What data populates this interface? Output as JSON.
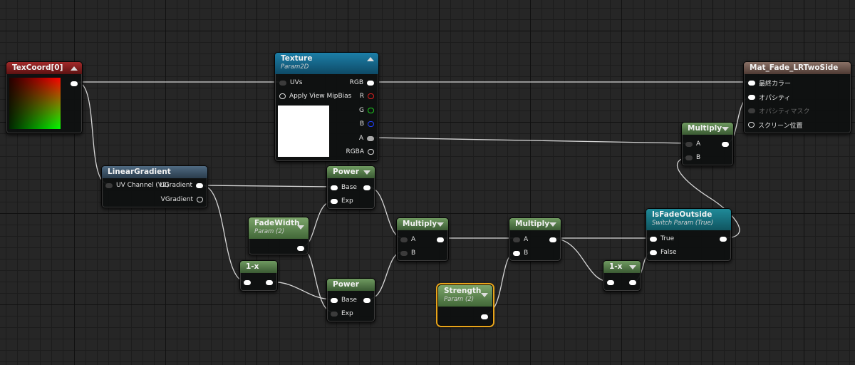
{
  "nodes": {
    "texcoord": {
      "title": "TexCoord[0]"
    },
    "texture": {
      "title": "Texture",
      "subtitle": "Param2D",
      "pins_in": [
        "UVs",
        "Apply View MipBias"
      ],
      "pins_out": [
        "RGB",
        "R",
        "G",
        "B",
        "A",
        "RGBA"
      ]
    },
    "material": {
      "title": "Mat_Fade_LRTwoSide",
      "pins": [
        "最終カラー",
        "オパシティ",
        "オパシティマスク",
        "スクリーン位置"
      ]
    },
    "linear_gradient": {
      "title": "LinearGradient",
      "pin_in": "UV Channel (V2)",
      "pins_out": [
        "UGradient",
        "VGradient"
      ]
    },
    "power1": {
      "title": "Power",
      "pins_in": [
        "Base",
        "Exp"
      ]
    },
    "power2": {
      "title": "Power",
      "pins_in": [
        "Base",
        "Exp"
      ]
    },
    "fadewidth": {
      "title": "FadeWidth",
      "subtitle": "Param (2)"
    },
    "oneminus1": {
      "title": "1-x"
    },
    "oneminus2": {
      "title": "1-x"
    },
    "multiply1": {
      "title": "Multiply",
      "pins_in": [
        "A",
        "B"
      ]
    },
    "multiply2": {
      "title": "Multiply",
      "pins_in": [
        "A",
        "B"
      ]
    },
    "multiply3": {
      "title": "Multiply",
      "pins_in": [
        "A",
        "B"
      ]
    },
    "strength": {
      "title": "Strength",
      "subtitle": "Param (2)"
    },
    "isfade": {
      "title": "IsFadeOutside",
      "subtitle": "Switch Param (True)",
      "pins_in": [
        "True",
        "False"
      ]
    }
  },
  "colors": {
    "grid_bg": "#262626",
    "selection": "#e8a41a",
    "wire": "#d0d0d0"
  },
  "icons": {
    "collapse": "triangle-up-icon",
    "expand": "triangle-down-icon",
    "pin": "pin-connector-icon"
  }
}
